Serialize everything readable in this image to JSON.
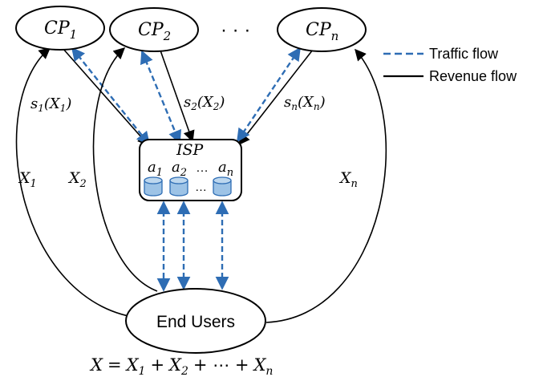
{
  "nodes": {
    "cp1": {
      "sym": "CP",
      "sub": "1"
    },
    "cp2": {
      "sym": "CP",
      "sub": "2"
    },
    "cpn": {
      "sym": "CP",
      "sub": "n"
    },
    "ellipsis": "· · ·",
    "isp": "ISP",
    "end_users": "End Users"
  },
  "isp_caches": [
    {
      "sym": "a",
      "sub": "1"
    },
    {
      "sym": "a",
      "sub": "2"
    },
    {
      "sym": "…",
      "sub": ""
    },
    {
      "sym": "a",
      "sub": "n"
    }
  ],
  "cache_dots": "…",
  "flows": {
    "s1": {
      "fn": "s",
      "sub": "1",
      "arg": "X",
      "argsub": "1"
    },
    "s2": {
      "fn": "s",
      "sub": "2",
      "arg": "X",
      "argsub": "2"
    },
    "sn": {
      "fn": "s",
      "sub": "n",
      "arg": "X",
      "argsub": "n"
    },
    "x1": {
      "sym": "X",
      "sub": "1"
    },
    "x2": {
      "sym": "X",
      "sub": "2"
    },
    "xn": {
      "sym": "X",
      "sub": "n"
    }
  },
  "legend": {
    "traffic": "Traffic flow",
    "revenue": "Revenue flow",
    "traffic_color": "#2e6db4",
    "revenue_color": "#000000"
  },
  "equation": {
    "lhs": "X",
    "eq": "=",
    "t1": "X",
    "t1sub": "1",
    "plus1": "+",
    "t2": "X",
    "t2sub": "2",
    "plus2": "+ ⋯ +",
    "tn": "X",
    "tnsub": "n"
  }
}
